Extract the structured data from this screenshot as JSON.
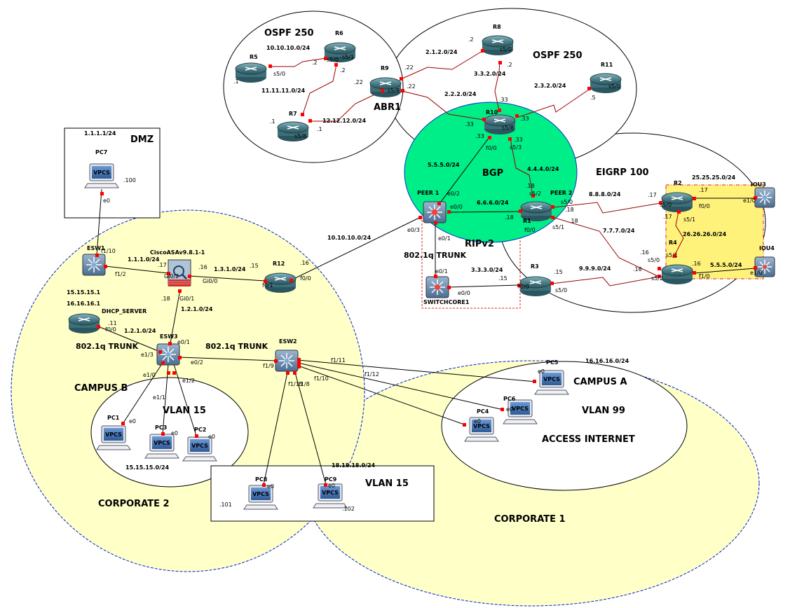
{
  "zones": {
    "ospf_left": "OSPF 250",
    "ospf_right": "OSPF 250",
    "bgp": "BGP",
    "eigrp": "EIGRP 100",
    "ripv2": "RIPv2",
    "abr": "ABR1",
    "dmz": "DMZ",
    "trunk_peer": "802.1q TRUNK",
    "trunk_esw3": "802.1q TRUNK",
    "trunk_esw2": "802.1q TRUNK",
    "campus_b": "CAMPUS B",
    "vlan15_b": "VLAN 15",
    "corporate2": "CORPORATE 2",
    "campus_a": "CAMPUS A",
    "vlan99": "VLAN 99",
    "access_internet": "ACCESS INTERNET",
    "vlan15_box": "VLAN 15",
    "corporate1": "CORPORATE 1"
  },
  "devices": {
    "R5": "R5",
    "R6": "R6",
    "R7": "R7",
    "R8": "R8",
    "R9": "R9",
    "R10": "R10",
    "R11": "R11",
    "R1": "R1",
    "R2": "R2",
    "R3": "R3",
    "R4": "R4",
    "R12": "R12",
    "PEER1": "PEER 1",
    "PEER2": "PEER 2",
    "IOU3": "IOU3",
    "IOU4": "IOU4",
    "SWITCHCORE1": "SWITCHCORE1",
    "ESW1": "ESW1",
    "ESW2": "ESW2",
    "ESW3": "ESW3",
    "ASA": "CiscoASAv9.8.1-1",
    "DHCP": "DHCP_SERVER",
    "PC1": "PC1",
    "PC2": "PC2",
    "PC3": "PC3",
    "PC4": "PC4",
    "PC5": "PC5",
    "PC6": "PC6",
    "PC7": "PC7",
    "PC8": "PC8",
    "PC9": "PC9",
    "vpcs": "VPCS"
  },
  "labels": {
    "n10_10_10": "10.10.10.0/24",
    "n11_11_11": "11.11.11.0/24",
    "n12_12_12": "12.12.12.0/24",
    "n2_1_2": "2.1.2.0/24",
    "n3_3_2": "3.3.2.0/24",
    "n2_2_2": "2.2.2.0/24",
    "n2_3_2": "2.3.2.0/24",
    "n5_5_5": "5.5.5.0/24",
    "n4_4_4": "4.4.4.0/24",
    "n6_6_6": "6.6.6.0/24",
    "n8_8_8": "8.8.8.0/24",
    "n7_7_7": "7.7.7.0/24",
    "n25_25_25": "25.25.25.0/24",
    "n26_26_26": "26.26.26.0/24",
    "n5_5_5b": "5.5.5.0/24",
    "n9_9_9": "9.9.9.0/24",
    "n3_3_3": "3.3.3.0/24",
    "n10_10_10b": "10.10.10.0/24",
    "n1_1_1dmz": "1.1.1.1/24",
    "n1_1_1": "1.1.1.0/24",
    "n1_3_1": "1.3.1.0/24",
    "n1_2_1": "1.2.1.0/24",
    "n1_2_1b": "1.2.1.0/24",
    "n15_15_15_1": "15.15.15.1",
    "n16_16_16_1": "16.16.16.1",
    "n15_15_15": "15.15.15.0/24",
    "n16_16_16": "16.16.16.0/24",
    "n18_18_18": "18.18.18.0/24"
  },
  "ips": {
    "r5_1": ".1",
    "r5_s50": "s5/0",
    "r6_s50": "s5/0",
    "r6_s51": "s5/1",
    "r6_2a": ".2",
    "r6_2b": ".2",
    "r7_1a": ".1",
    "r7_1b": ".1",
    "r7_s5": "s5/8",
    "r9_22a": ".22",
    "r9_22b": ".22",
    "r9_22c": ".22",
    "r9_s5": "s5/8",
    "r8_2a": ".2",
    "r8_2b": ".2",
    "r8_s5": "s5/0",
    "r10_33a": ".33",
    "r10_33b": ".33",
    "r10_33c": ".33",
    "r10_33d": ".33",
    "r10_33e": ".33",
    "r10_s5": "s5/8",
    "r10_s53": "s5/3",
    "r10_f00": "f0/0",
    "r11_5": ".5",
    "r11_s50": "s5/0",
    "p1_e02": "e0/2",
    "p1_e00": "e0/0",
    "p1_e03": "e0/3",
    "p1_e01": "e0/1",
    "r1_18a": ".18",
    "r1_18b": ".18",
    "r1_18c": ".18",
    "r1_18d": ".18",
    "r1_s52": "s5/2",
    "r1_s50": "s5/0",
    "r1_s51": "s5/1",
    "r1_f00": "f0/0",
    "r2_17a": ".17",
    "r2_17b": ".17",
    "r2_17c": ".17",
    "r2_s50": "s5/0",
    "r2_f00": "f0/0",
    "r2_s51": "s5/1",
    "iou3_e10": "e1/0",
    "r4_16a": ".16",
    "r4_16b": ".16",
    "r4_16c": ".16",
    "r4_s51": "s5/1",
    "r4_s50": "s5/0",
    "r4_s52": "s5/2",
    "r4_f10": "f1/0",
    "iou4_e10": "e1/0",
    "r3_15a": ".15",
    "r3_15b": ".15",
    "r3_s50": "s5/0",
    "r3_f00": "f0/0",
    "sc_e01": "e0/1",
    "sc_e00": "e0/0",
    "pc7_100": ".100",
    "pc7_e0": "e0",
    "esw1_f110": "f1/10",
    "esw1_f12": "f1/2",
    "asa_17": ".17",
    "asa_gi02": "Gi0/2",
    "asa_16": ".16",
    "asa_gi00": "Gi0/0",
    "asa_18": ".18",
    "asa_gi01": "Gi0/1",
    "r12_15": ".15",
    "r12_f01": "f0/1",
    "r12_f00": "f0/0",
    "r12_16": ".16",
    "dhcp_11": ".11",
    "dhcp_f00": "f0/0",
    "esw3_e13": "e1/3",
    "esw3_e01": "e0/1",
    "esw3_e02": "e0/2",
    "esw3_e10": "e1/0",
    "esw3_e11": "e1/1",
    "esw3_e12": "e1/2",
    "esw2_f19": "f1/9",
    "esw2_f111": "f1/11",
    "esw2_f112": "f1/12",
    "esw2_f110": "f1/10",
    "esw2_f113": "f1/13",
    "esw2_f18": "f1/8",
    "pc1_e0": "e0",
    "pc3_e0": "e0",
    "pc2_e0": "e0",
    "pc5_e0": "e0",
    "pc6_e0": "e0",
    "pc4_e0": "e0",
    "pc8_e0": "e0",
    "pc9_e0": "e0",
    "pc8_101": ".101",
    "pc9_102": ".102"
  },
  "colors": {
    "bgp_fill": "#00ee88",
    "bgp_stroke": "#0033cc",
    "campus_fill": "#ffffc8",
    "campus_stroke": "#0022cc",
    "eigrp_fill": "#fff27a",
    "eigrp_stroke": "#dd2222",
    "serial": "#990000",
    "port": "#ff0000",
    "router_top": "#5a8a96",
    "router_body": "#2f6470",
    "switch_body": "#5a7fa0",
    "vpcs_screen": "#4a79b8"
  }
}
